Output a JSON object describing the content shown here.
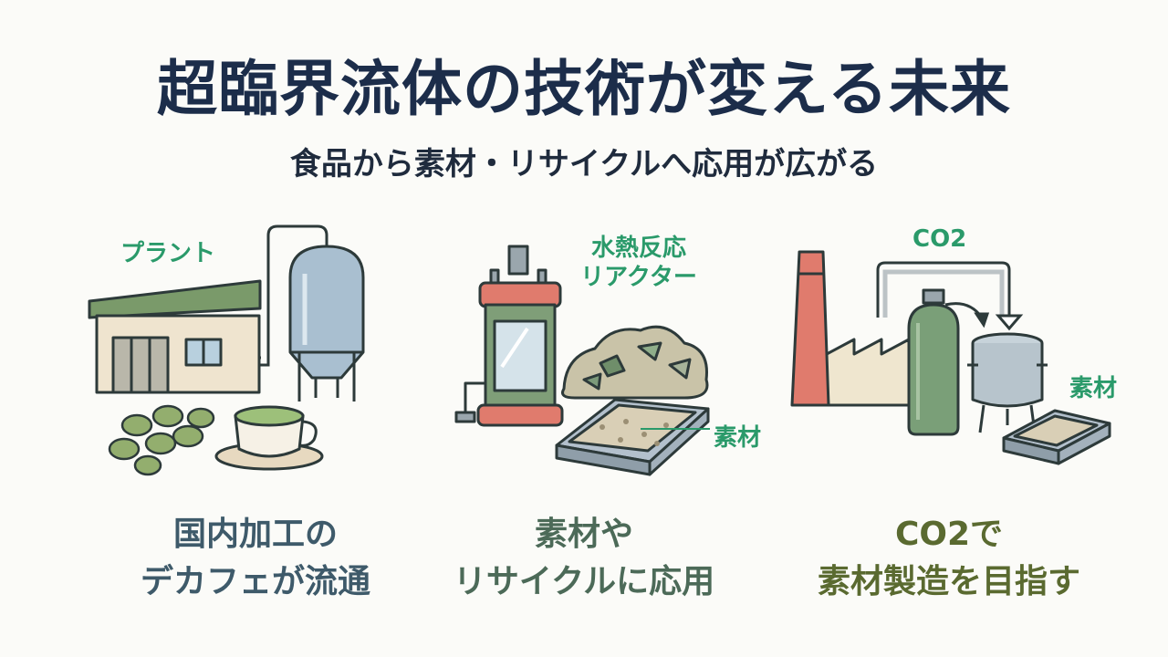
{
  "title": "超臨界流体の技術が変える未来",
  "subtitle": "食品から素材・リサイクルへ応用が広がる",
  "panels": [
    {
      "labels": {
        "plant": "プラント"
      },
      "caption": [
        "国内加工の",
        "デカフェが流通"
      ]
    },
    {
      "labels": {
        "reactor_line1": "水熱反応",
        "reactor_line2": "リアクター",
        "material": "素材"
      },
      "caption": [
        "素材や",
        "リサイクルに応用"
      ]
    },
    {
      "labels": {
        "co2": "CO2",
        "material": "素材"
      },
      "caption": [
        "CO2で",
        "素材製造を目指す"
      ]
    }
  ],
  "colors": {
    "title": "#1c2d4a",
    "label_green": "#2a9a6a",
    "caption_1": "#3e5a6a",
    "caption_2": "#4c6a58",
    "caption_3": "#5a6a30"
  }
}
